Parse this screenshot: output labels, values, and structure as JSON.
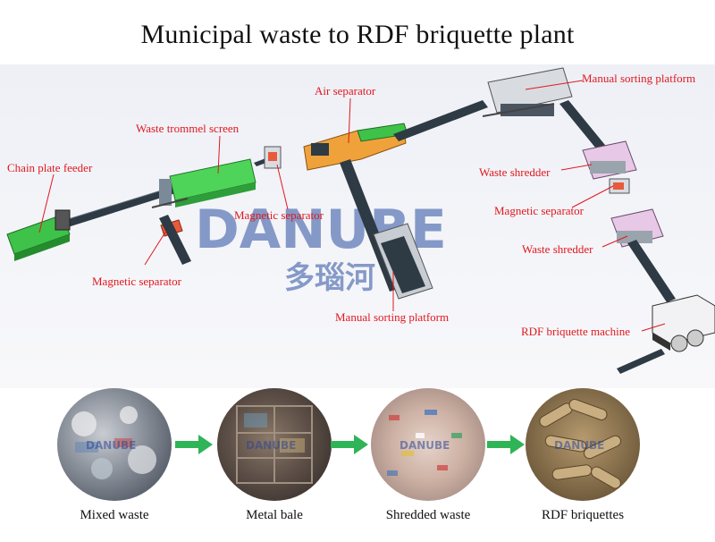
{
  "title": "Municipal waste to RDF briquette plant",
  "watermark": {
    "brand": "DANUBE",
    "cn": "多瑙河"
  },
  "labels": {
    "chain_plate_feeder": "Chain plate feeder",
    "waste_trommel_screen": "Waste trommel screen",
    "air_separator": "Air separator",
    "manual_sorting_platform_top": "Manual sorting platform",
    "magnetic_separator_center": "Magnetic separator",
    "magnetic_separator_left": "Magnetic separator",
    "waste_shredder_1": "Waste shredder",
    "magnetic_separator_right": "Magnetic separator",
    "waste_shredder_2": "Waste shredder",
    "manual_sorting_platform_bottom": "Manual sorting platform",
    "rdf_briquette_machine": "RDF briquette machine"
  },
  "products": [
    {
      "label": "Mixed waste"
    },
    {
      "label": "Metal bale"
    },
    {
      "label": "Shredded waste"
    },
    {
      "label": "RDF briquettes"
    }
  ],
  "colors": {
    "label_red": "#e0181e",
    "arrow_green": "#2fb457",
    "watermark_blue": "#2a4fa0"
  }
}
